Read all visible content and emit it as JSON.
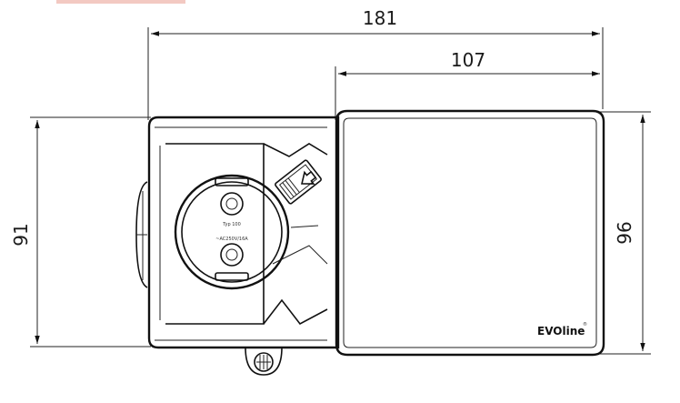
{
  "dimensions": {
    "total_width": "181",
    "lid_width": "107",
    "body_height": "91",
    "lid_height": "96"
  },
  "labels": {
    "brand": "EVOline",
    "brand_mark": "®",
    "socket_type": "Typ 100",
    "socket_rating": "~AC250V/16A"
  },
  "colors": {
    "line": "#111111",
    "background": "#ffffff",
    "top_mark": "#f3c9c2"
  }
}
